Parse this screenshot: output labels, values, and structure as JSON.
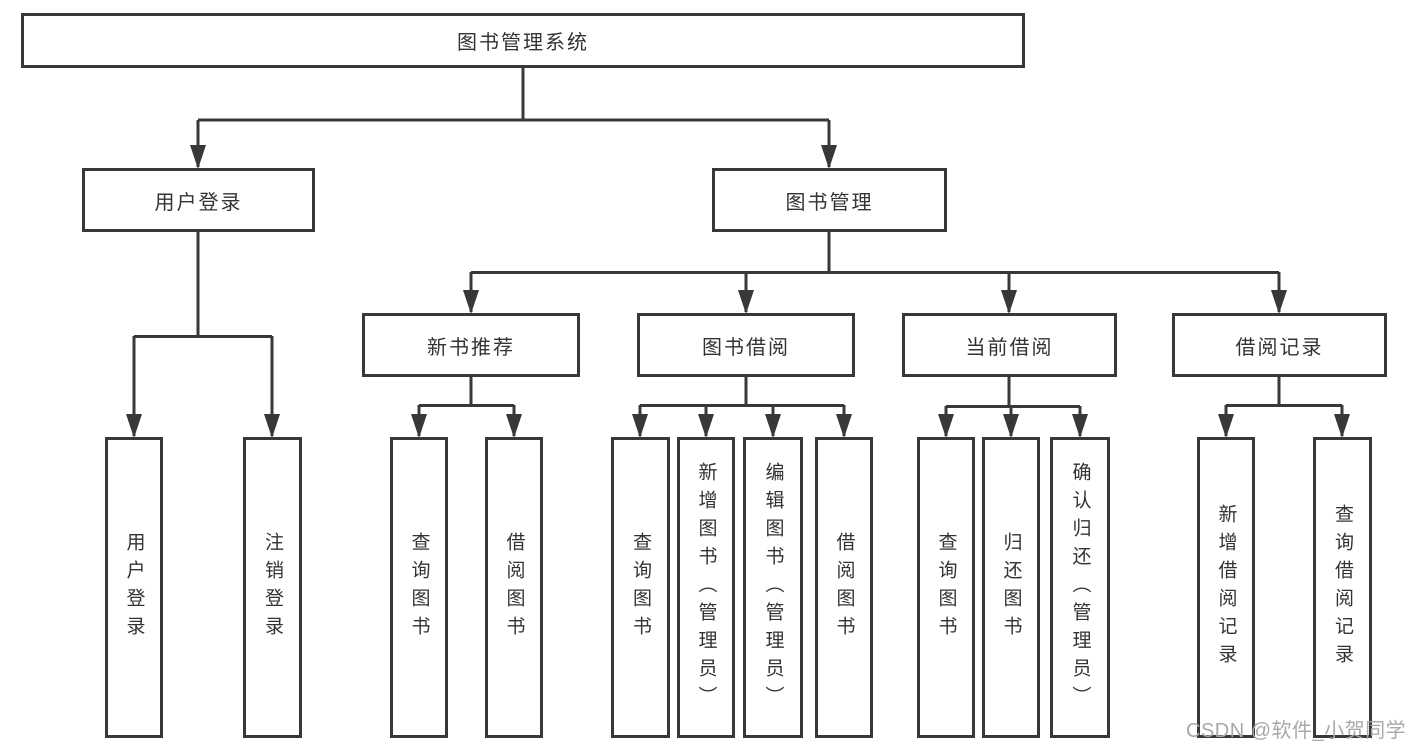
{
  "diagram_type": "hierarchy",
  "colors": {
    "line": "#383838",
    "box_border": "#383838",
    "box_fill": "#ffffff",
    "text": "#333333",
    "watermark_text": "#a8a8a8",
    "background": "#ffffff"
  },
  "diagram": {
    "root": {
      "label": "图书管理系统",
      "children": [
        {
          "label": "用户登录",
          "children": [
            {
              "label": "用户登录"
            },
            {
              "label": "注销登录"
            }
          ]
        },
        {
          "label": "图书管理",
          "children": [
            {
              "label": "新书推荐",
              "children": [
                {
                  "label": "查询图书"
                },
                {
                  "label": "借阅图书"
                }
              ]
            },
            {
              "label": "图书借阅",
              "children": [
                {
                  "label": "查询图书"
                },
                {
                  "label": "新增图书（管理员）"
                },
                {
                  "label": "编辑图书（管理员）"
                },
                {
                  "label": "借阅图书"
                }
              ]
            },
            {
              "label": "当前借阅",
              "children": [
                {
                  "label": "查询图书"
                },
                {
                  "label": "归还图书"
                },
                {
                  "label": "确认归还（管理员）"
                }
              ]
            },
            {
              "label": "借阅记录",
              "children": [
                {
                  "label": "新增借阅记录"
                },
                {
                  "label": "查询借阅记录"
                }
              ]
            }
          ]
        }
      ]
    }
  },
  "watermark": {
    "text": "CSDN @软件_小贺同学"
  }
}
